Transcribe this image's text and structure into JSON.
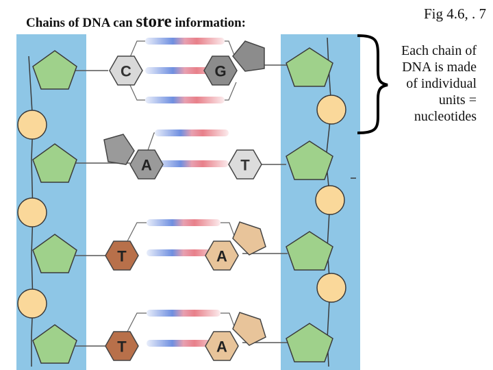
{
  "title": {
    "prefix": "Chains of DNA can ",
    "emphasis": "store",
    "suffix": " information:"
  },
  "figure_ref": "Fig 4.6, . 7",
  "note": [
    "Each chain of",
    "DNA is made",
    "of individual",
    "units =",
    "nucleotides"
  ],
  "colors": {
    "backbone": "#8ec6e6",
    "sugar": "#9fd18b",
    "phosphate": "#fad89a",
    "base_c": "#d9d9d9",
    "base_g": "#8c8c8c",
    "base_a": "#9a9a9a",
    "base_t_light": "#dcdcdc",
    "base_t_dark": "#b8704a",
    "base_a_tan": "#e8c49a",
    "bond_blue": "#6f8fe0",
    "bond_red": "#e8808a"
  },
  "base_pairs": [
    {
      "left": "C",
      "right": "G",
      "bonds": 3
    },
    {
      "left": "A",
      "right": "T",
      "bonds": 2
    },
    {
      "left": "T",
      "right": "A",
      "bonds": 2
    },
    {
      "left": "T",
      "right": "A",
      "bonds": 2
    }
  ]
}
